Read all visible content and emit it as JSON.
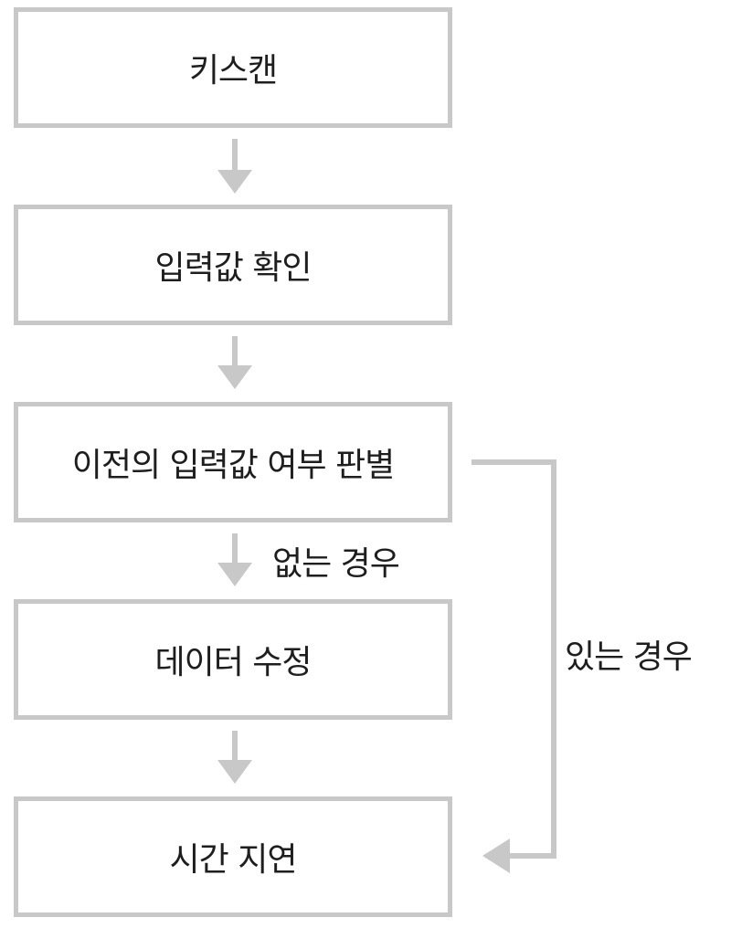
{
  "flowchart": {
    "steps": [
      {
        "id": "key-scan",
        "label": "키스캔"
      },
      {
        "id": "check-input",
        "label": "입력값 확인"
      },
      {
        "id": "check-previous",
        "label": "이전의 입력값 여부 판별"
      },
      {
        "id": "modify-data",
        "label": "데이터 수정"
      },
      {
        "id": "time-delay",
        "label": "시간 지연"
      }
    ],
    "branches": {
      "not_exists": "없는 경우",
      "exists": "있는 경우"
    }
  },
  "colors": {
    "line": "#c8c8c8",
    "text": "#1e1e1e",
    "background": "#ffffff"
  }
}
